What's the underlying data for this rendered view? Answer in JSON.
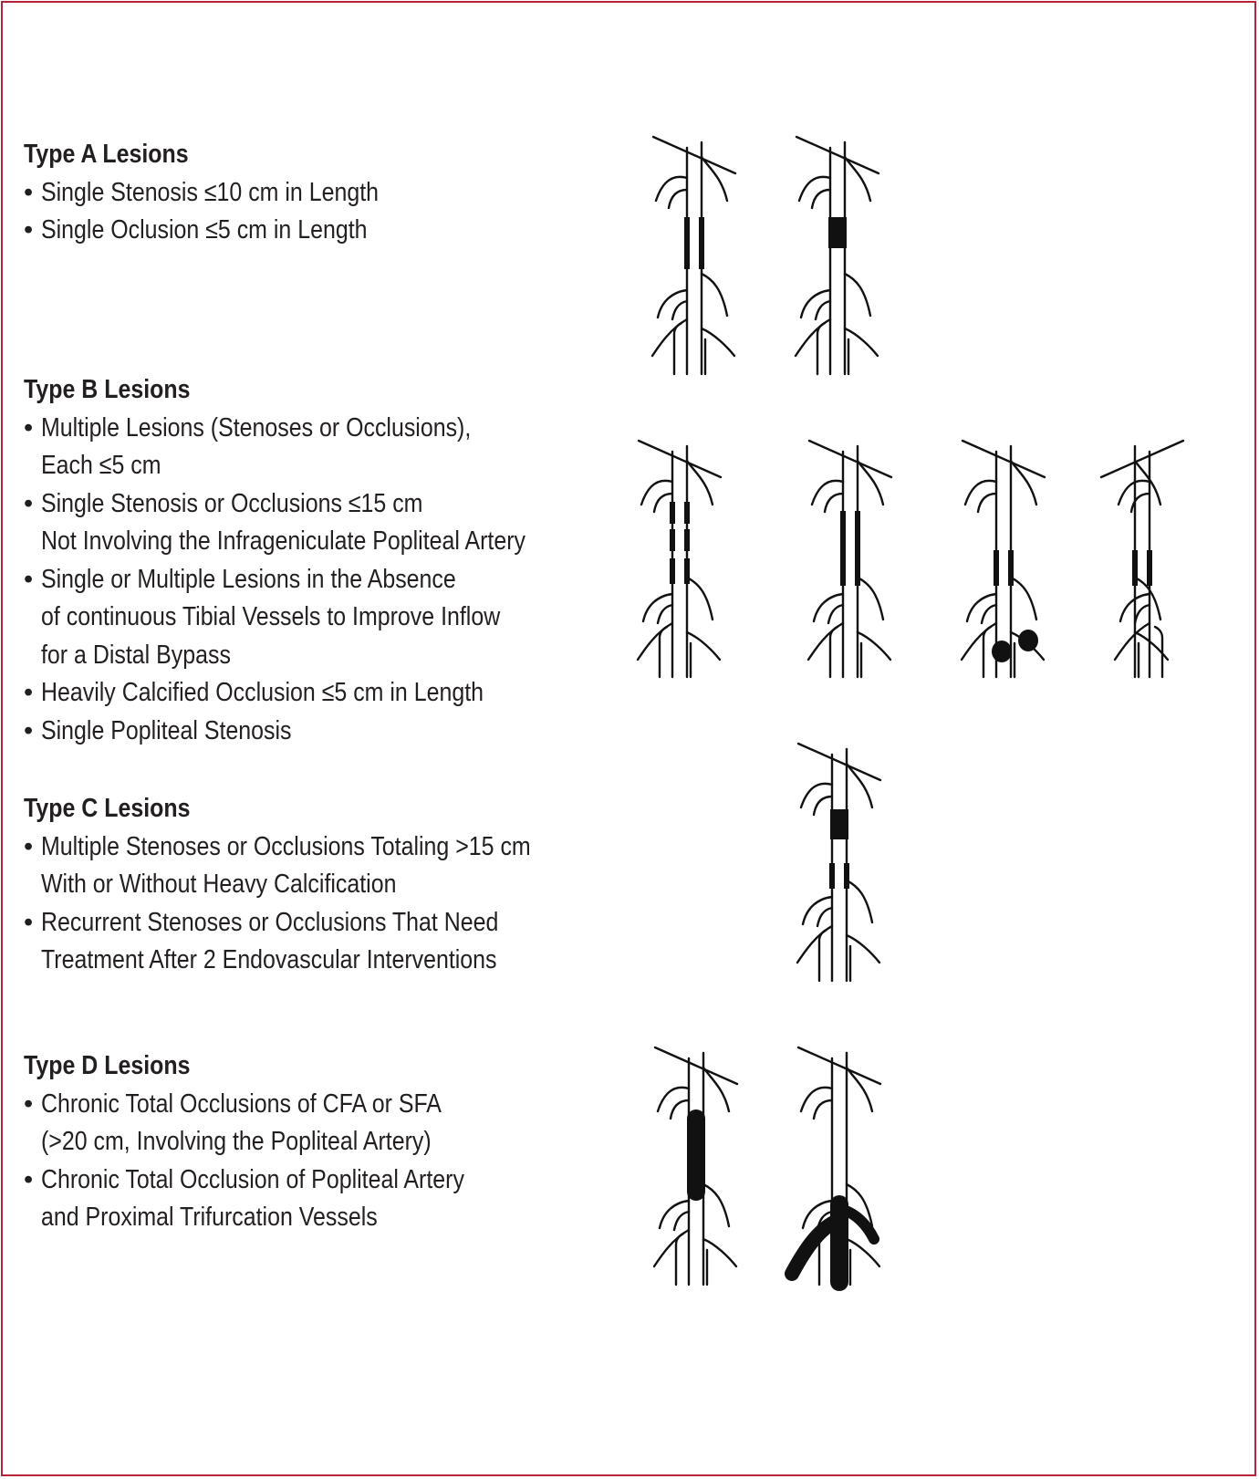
{
  "colors": {
    "border": "#b5223a",
    "text": "#231f20",
    "vessel": "#111111"
  },
  "sections": [
    {
      "heading": "Type A Lesions",
      "items": [
        {
          "lines": [
            "Single Stenosis ≤10 cm in Length"
          ]
        },
        {
          "lines": [
            "Single Oclusion ≤5 cm in Length"
          ]
        }
      ]
    },
    {
      "heading": "Type B Lesions",
      "items": [
        {
          "lines": [
            "Multiple Lesions (Stenoses or Occlusions),",
            "Each ≤5 cm"
          ]
        },
        {
          "lines": [
            "Single Stenosis or Occlusions ≤15 cm",
            "Not Involving the Infrageniculate Popliteal Artery"
          ]
        },
        {
          "lines": [
            "Single or Multiple Lesions in the Absence",
            "of continuous Tibial Vessels to Improve Inflow",
            "for a Distal Bypass"
          ]
        },
        {
          "lines": [
            "Heavily Calcified Occlusion ≤5 cm in Length"
          ]
        },
        {
          "lines": [
            "Single Popliteal Stenosis"
          ]
        }
      ]
    },
    {
      "heading": "Type C Lesions",
      "items": [
        {
          "lines": [
            "Multiple Stenoses or Occlusions Totaling >15 cm",
            "With or Without Heavy Calcification"
          ]
        },
        {
          "lines": [
            "Recurrent Stenoses or Occlusions That Need",
            "Treatment After 2 Endovascular Interventions"
          ]
        }
      ]
    },
    {
      "heading": "Type D Lesions",
      "items": [
        {
          "lines": [
            "Chronic Total Occlusions of CFA or SFA",
            "(>20 cm, Involving the Popliteal Artery)"
          ]
        },
        {
          "lines": [
            "Chronic Total Occlusion of Popliteal Artery",
            "and Proximal Trifurcation Vessels"
          ]
        }
      ]
    }
  ],
  "diagrams": [
    {
      "lesion_type": "A",
      "lesion": "single-stenosis"
    },
    {
      "lesion_type": "A",
      "lesion": "single-occlusion"
    },
    {
      "lesion_type": "B",
      "lesion": "multiple-lesions"
    },
    {
      "lesion_type": "B",
      "lesion": "single-long-stenosis"
    },
    {
      "lesion_type": "B",
      "lesion": "stenosis-with-tibial-occlusions"
    },
    {
      "lesion_type": "B",
      "lesion": "single-popliteal-stenosis"
    },
    {
      "lesion_type": "C",
      "lesion": "multiple-stenoses-occlusions"
    },
    {
      "lesion_type": "D",
      "lesion": "chronic-total-occlusion-sfa"
    },
    {
      "lesion_type": "D",
      "lesion": "popliteal-trifurcation-occlusion"
    }
  ]
}
